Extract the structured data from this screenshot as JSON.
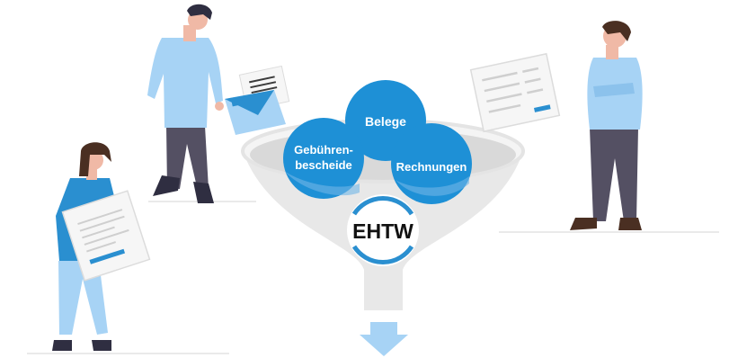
{
  "funnel": {
    "bubbles": [
      {
        "lines": [
          "Belege"
        ]
      },
      {
        "lines": [
          "Gebühren-",
          "bescheide"
        ]
      },
      {
        "lines": [
          "Rechnungen"
        ]
      }
    ],
    "logo_text": "EHTW"
  },
  "colors": {
    "bubble_blue": "#1e90d6",
    "accent_blue": "#2a8fd0",
    "light_blue": "#a7d3f5",
    "funnel_gray": "#e6e6e6",
    "funnel_dark": "#d0d0d0",
    "pants_gray": "#545063",
    "skin": "#f0b9a6"
  },
  "icons": [
    "envelope-icon",
    "document-icon",
    "arrow-down-icon",
    "ehtw-logo-icon"
  ]
}
